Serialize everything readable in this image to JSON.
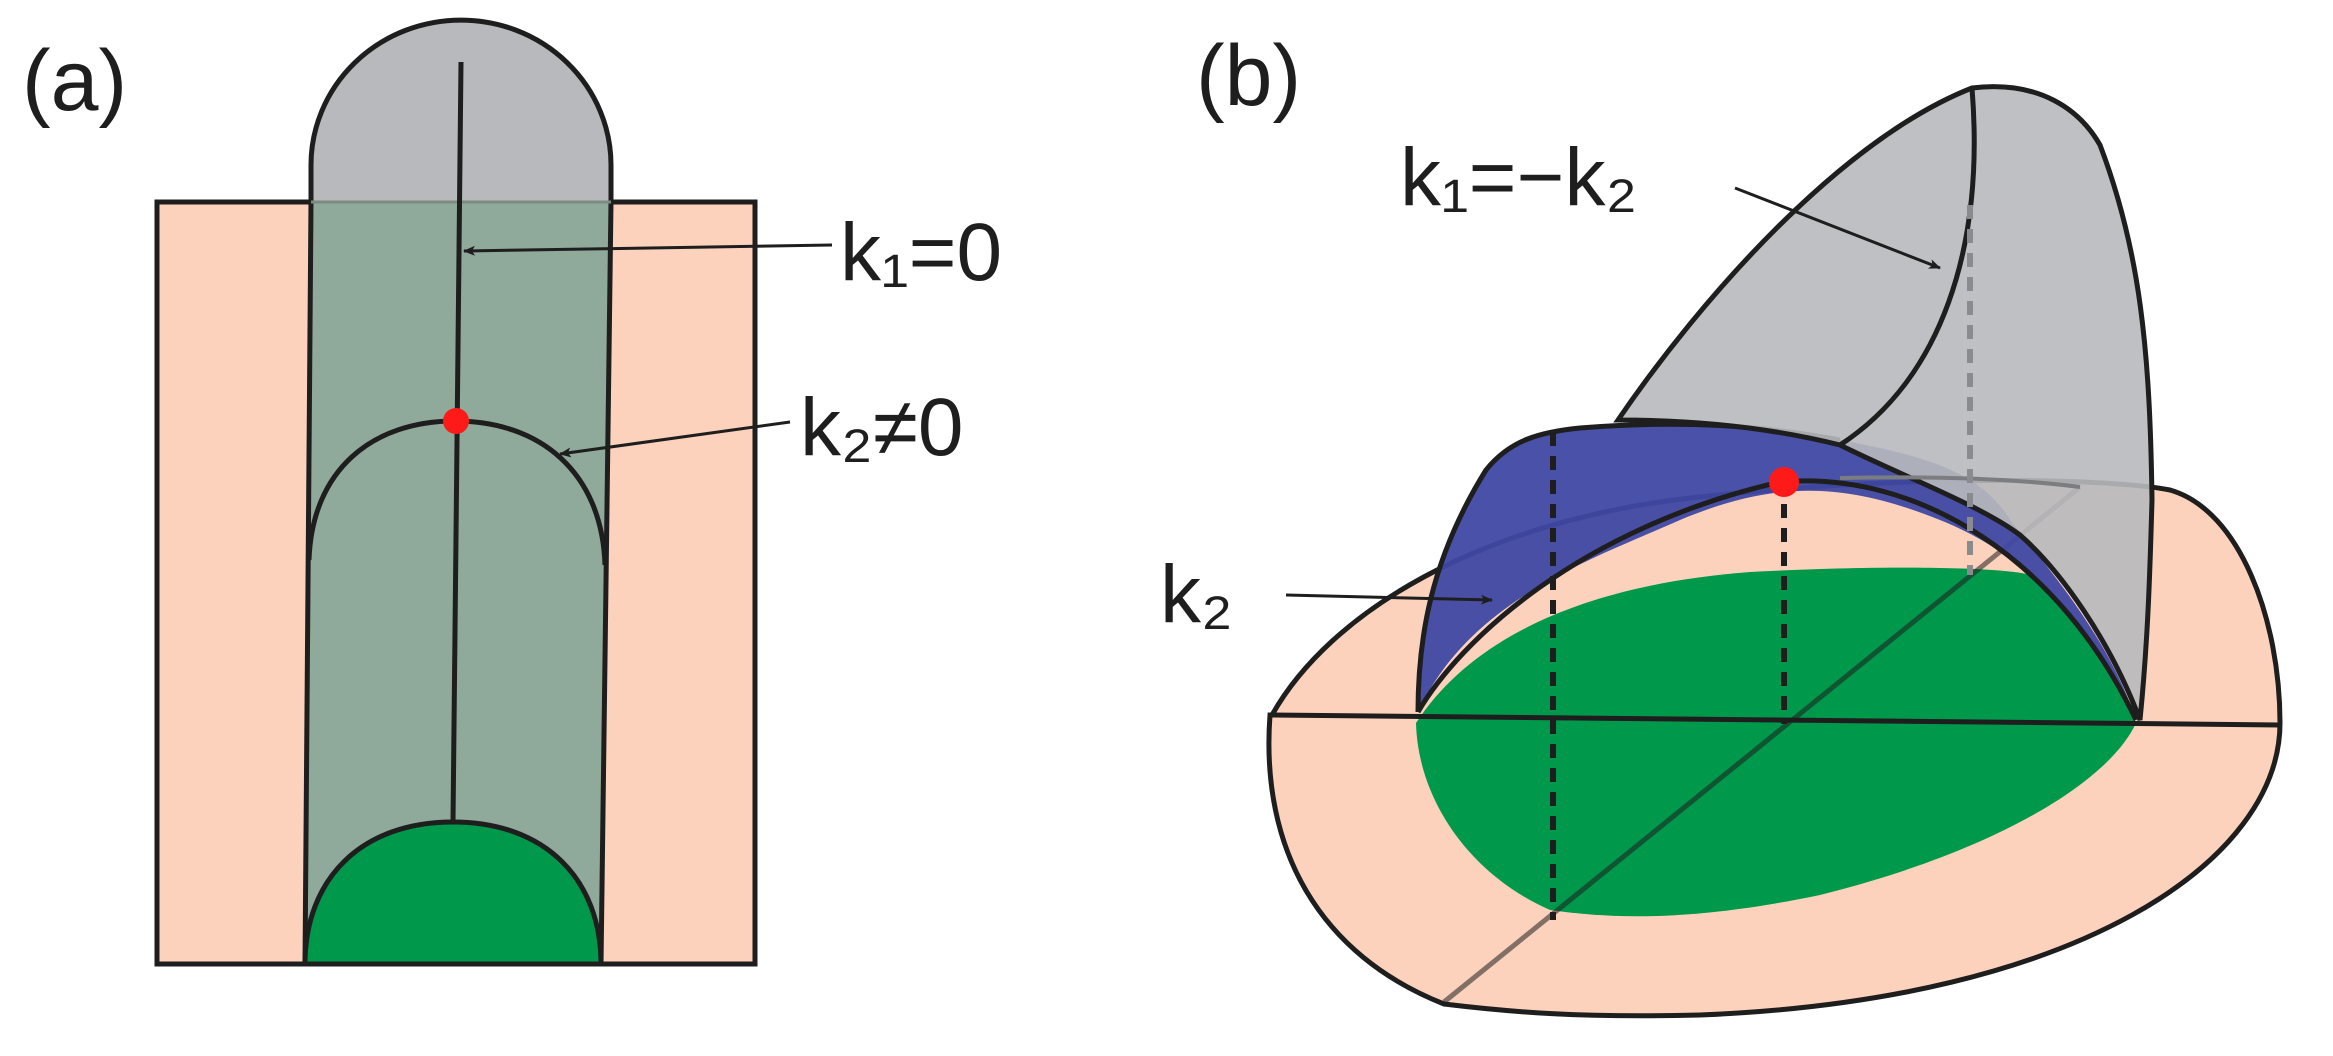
{
  "panels": [
    {
      "id": "a",
      "label": "(a)",
      "annotations": [
        "k₁=0",
        "k₂≠0"
      ]
    },
    {
      "id": "b",
      "label": "(b)",
      "annotations": [
        "k₁=−k₂",
        "k₂"
      ]
    }
  ],
  "colors": {
    "background_slab": "#fdd2bc",
    "grey_surface": "#b8b9bc",
    "translucent_tube": "#8fa99a",
    "green_region": "#00994b",
    "blue_surface": "#3f48a3",
    "point_marker": "#ff1a1a",
    "outline": "#1e1e1e"
  },
  "markers": {
    "a": "red-dot",
    "b": "red-dot"
  }
}
